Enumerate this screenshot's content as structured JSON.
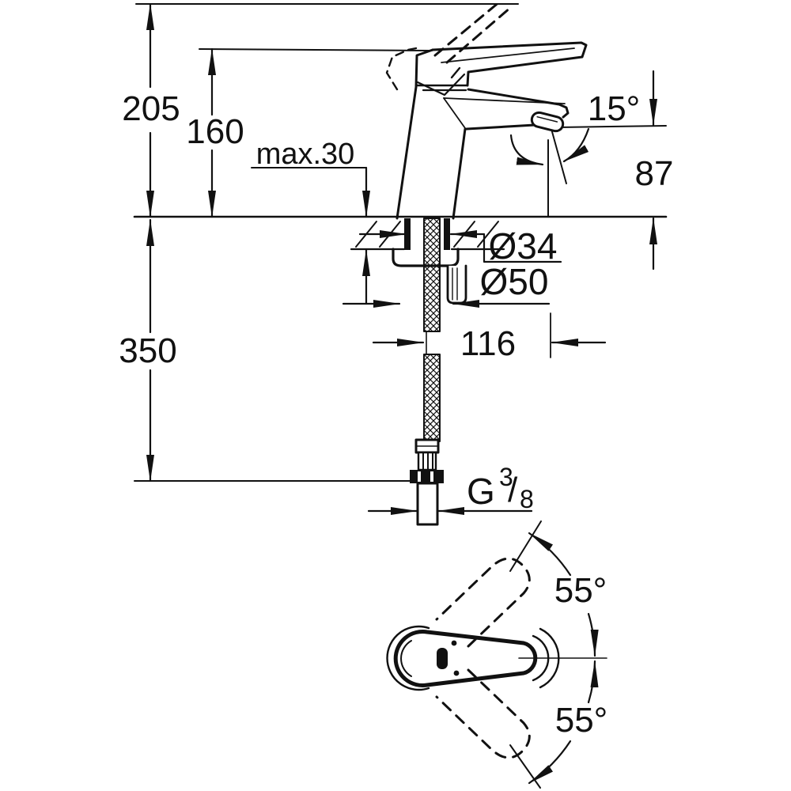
{
  "meta": {
    "background_color": "#ffffff",
    "line_color": "#111111",
    "drawing_type": "faucet installation technical drawing"
  },
  "side_view": {
    "dim_height_total": "205",
    "dim_height_handle": "160",
    "dim_deck_thickness_max": "max.30",
    "dim_spout_angle": "15°",
    "dim_outlet_height": "87",
    "dim_hole_diameter": "Ø34",
    "dim_base_diameter": "Ø50",
    "dim_spout_reach": "116",
    "dim_hose_length": "350",
    "thread": {
      "prefix": "G",
      "numerator": "3",
      "slash": "/",
      "denominator": "8"
    }
  },
  "top_view": {
    "dim_swivel_upper": "55°",
    "dim_swivel_lower": "55°"
  }
}
